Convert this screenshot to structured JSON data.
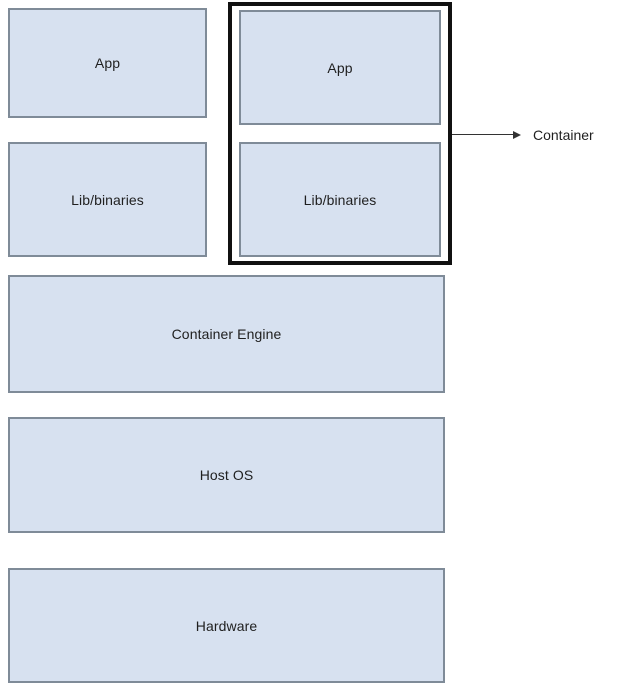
{
  "diagram": {
    "kind": "container-architecture",
    "standalone_stack": {
      "boxes": [
        {
          "label": "App"
        },
        {
          "label": "Lib/binaries"
        }
      ]
    },
    "container_group": {
      "boxes": [
        {
          "label": "App"
        },
        {
          "label": "Lib/binaries"
        }
      ],
      "callout": {
        "label": "Container",
        "arrow": "right-pointing"
      }
    },
    "base_layers": {
      "boxes": [
        {
          "label": "Container Engine"
        },
        {
          "label": "Host OS"
        },
        {
          "label": "Hardware"
        }
      ]
    },
    "colors": {
      "box_fill": "#d7e1f0",
      "box_border": "#7f8b98",
      "frame_border": "#111111",
      "arrow_color": "#333333",
      "text_color": "#1f1f1f",
      "page_bg": "#ffffff"
    }
  }
}
